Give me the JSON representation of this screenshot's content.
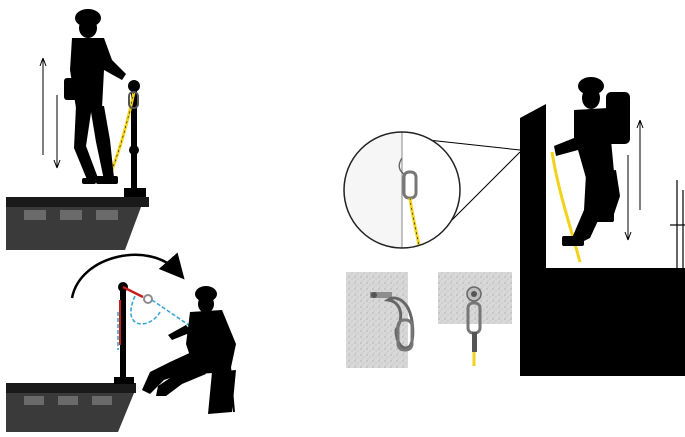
{
  "colors": {
    "silhouette": "#000000",
    "lanyard_yellow": "#f2d21a",
    "anchor_red": "#c81e1e",
    "rope_blue": "#3aa6d8",
    "steel_grey": "#8d8d8d",
    "concrete_grey": "#cfcfcf",
    "roof_dark": "#333333"
  },
  "icons": [
    "worker-silhouette",
    "carabiner-icon",
    "anchor-post",
    "rotation-arrow",
    "magnifier-callout",
    "wall-anchor-plate"
  ]
}
